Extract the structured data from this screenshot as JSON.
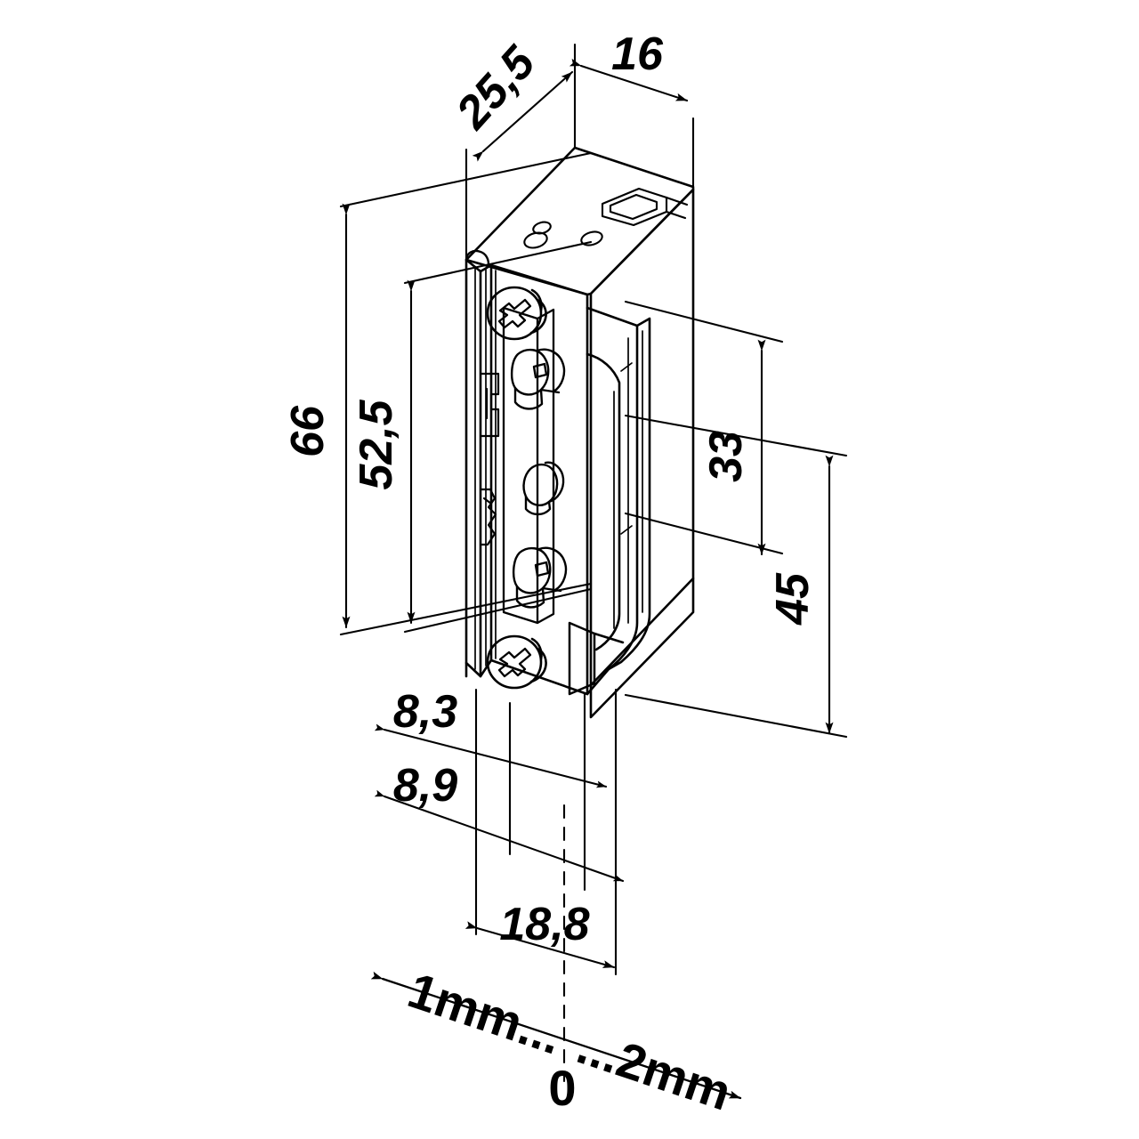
{
  "drawing": {
    "title": "Electric Door Strike Dimensioned Isometric Drawing",
    "units": "mm",
    "line_color": "#000000",
    "background_color": "#ffffff",
    "view": "isometric"
  },
  "dimensions": {
    "depth_top": "25,5",
    "width_top": "16",
    "height_overall": "66",
    "height_faceplate": "52,5",
    "height_upper_right": "33",
    "height_lower_right": "45",
    "offset_a": "8,3",
    "offset_b": "8,9",
    "width_bottom": "18,8"
  },
  "tolerance_axis": {
    "left_label": "1mm...",
    "right_label": "...2mm",
    "zero_label": "0"
  },
  "part_features": {
    "screw_top": "philips-screw",
    "screw_bottom": "philips-screw",
    "hole_small_1": "mounting-hole",
    "hole_small_2": "mounting-hole",
    "hole_small_3": "mounting-hole",
    "latch": "latch-mechanism",
    "faceplate": "faceplate",
    "housing": "housing-body"
  }
}
